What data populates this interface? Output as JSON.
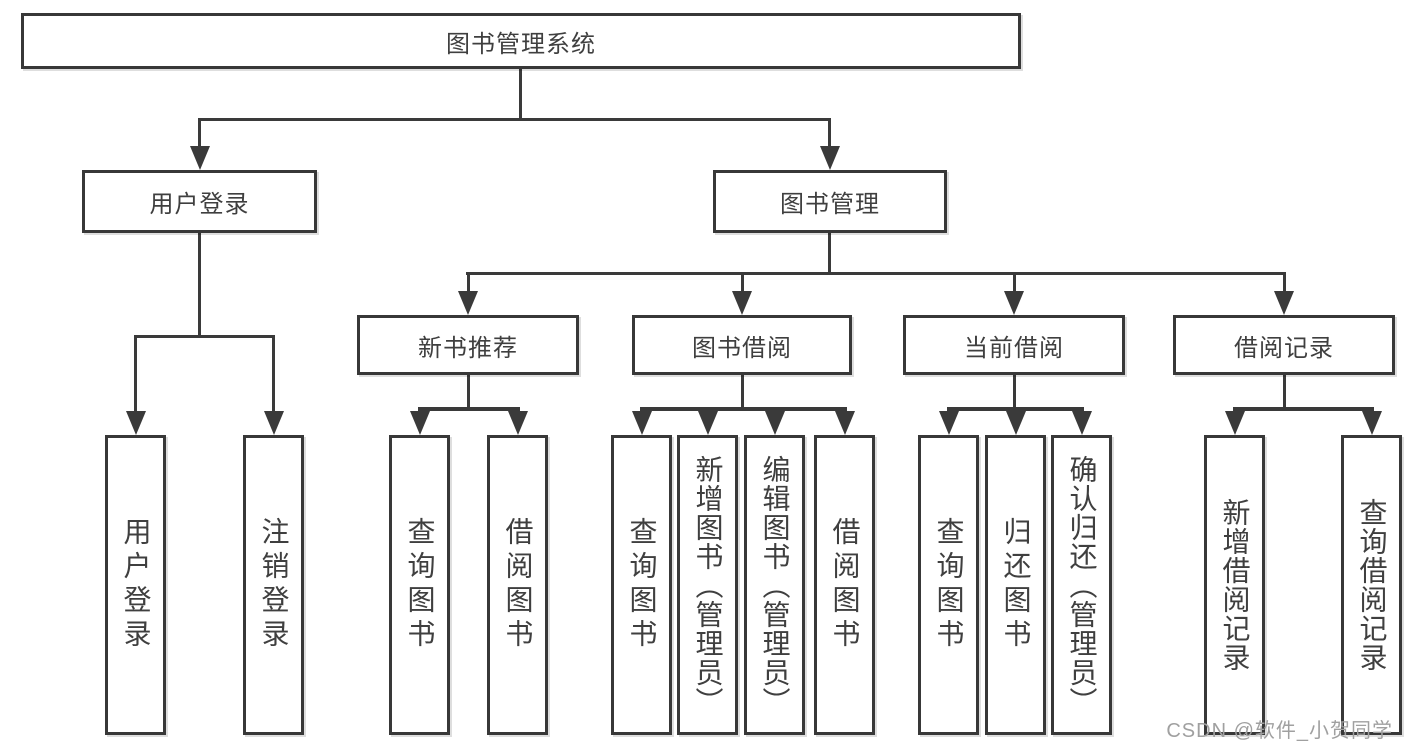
{
  "diagram": {
    "root": {
      "label": "图书管理系统"
    },
    "level2": [
      {
        "label": "用户登录"
      },
      {
        "label": "图书管理"
      }
    ],
    "level3": [
      {
        "label": "新书推荐"
      },
      {
        "label": "图书借阅"
      },
      {
        "label": "当前借阅"
      },
      {
        "label": "借阅记录"
      }
    ],
    "leaves": [
      {
        "label": "用户登录"
      },
      {
        "label": "注销登录"
      },
      {
        "label": "查询图书"
      },
      {
        "label": "借阅图书"
      },
      {
        "label": "查询图书"
      },
      {
        "label": "新增图书（管理员）"
      },
      {
        "label": "编辑图书（管理员）"
      },
      {
        "label": "借阅图书"
      },
      {
        "label": "查询图书"
      },
      {
        "label": "归还图书"
      },
      {
        "label": "确认归还（管理员）"
      },
      {
        "label": "新增借阅记录"
      },
      {
        "label": "查询借阅记录"
      }
    ]
  },
  "watermark": {
    "text": "CSDN @软件_小贺同学"
  },
  "colors": {
    "line": "#3a3a3a",
    "box_border": "#383838",
    "text": "#3f3f3f",
    "watermark": "#a0a0a0",
    "background": "#ffffff"
  }
}
